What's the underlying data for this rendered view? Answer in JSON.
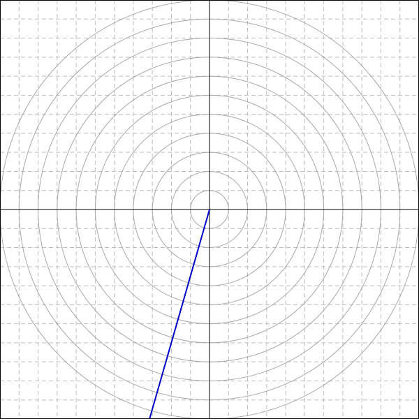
{
  "chart_data": {
    "type": "line",
    "title": "",
    "xlabel": "",
    "ylabel": "",
    "xlim": [
      -11,
      11
    ],
    "ylim": [
      -11,
      11
    ],
    "grid": {
      "cartesian": true,
      "cartesian_step": 1,
      "cartesian_style": "dashed",
      "polar_rings": true,
      "polar_ring_step": 1,
      "polar_ring_max": 11
    },
    "axes_visible": true,
    "tick_labels_visible": false,
    "series": [
      {
        "color": "#0000c8",
        "x": [
          0,
          -3.15
        ],
        "y": [
          0,
          -11
        ]
      }
    ]
  }
}
